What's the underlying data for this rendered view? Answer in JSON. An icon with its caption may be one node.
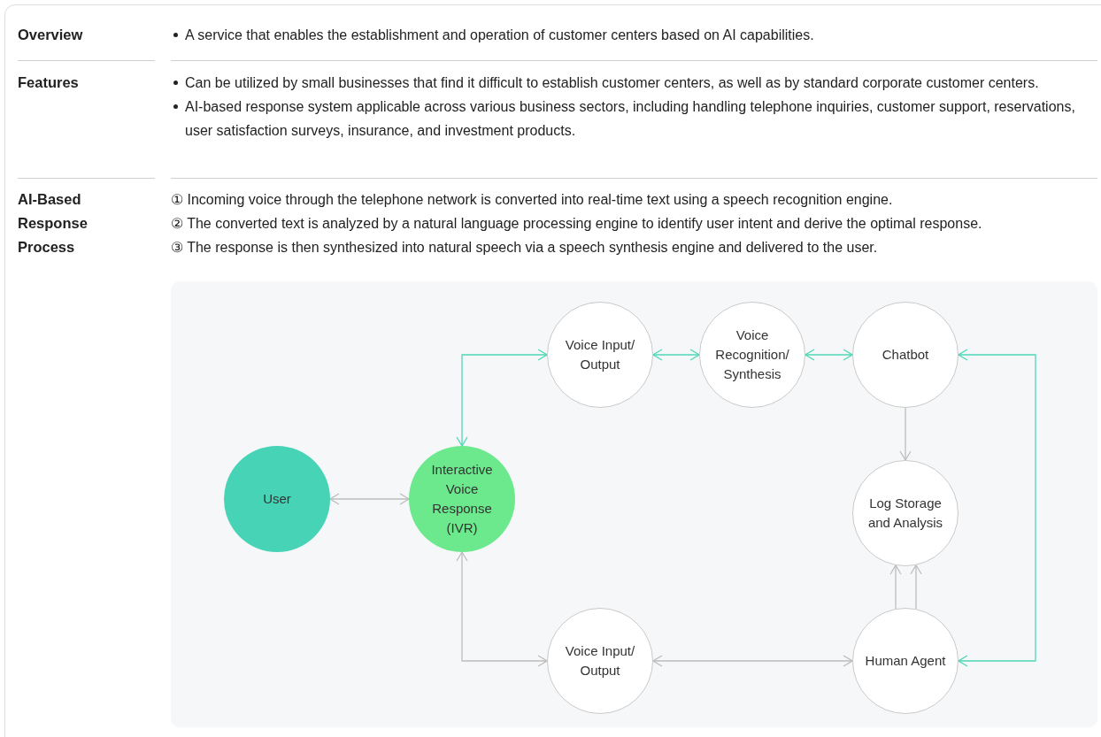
{
  "diagram": {
    "nodes": [
      {
        "text": [
          "User"
        ]
      },
      {
        "text": [
          "Interactive Voice Response (IVR)"
        ]
      },
      {
        "text": [
          "Voice Input/ Output"
        ]
      },
      {
        "text": [
          "Voice Recognition/ Synthesis"
        ]
      },
      {
        "text": [
          "Chatbot"
        ]
      },
      {
        "text": [
          "Log Storage and Analysis"
        ]
      },
      {
        "text": [
          "Voice Input/ Output"
        ]
      },
      {
        "text": [
          "Human Agent"
        ]
      }
    ],
    "edges": [
      {
        "from": 0,
        "to": 1,
        "arrow": "both"
      },
      {
        "from": 1,
        "to": 2,
        "arrow": "both",
        "color": "#4fd8b6"
      },
      {
        "from": 2,
        "to": 3,
        "arrow": "both",
        "color": "#4fd8b6"
      },
      {
        "from": 3,
        "to": 4,
        "arrow": "both",
        "color": "#4fd8b6"
      },
      {
        "from": 4,
        "to": 5,
        "arrow": "to"
      },
      {
        "from": 7,
        "to": 5,
        "arrow": "to"
      },
      {
        "from": 7,
        "to": 5,
        "arrow": "to"
      },
      {
        "from": 1,
        "to": 6,
        "arrow": "both"
      },
      {
        "from": 6,
        "to": 7,
        "arrow": "both"
      },
      {
        "from": 4,
        "to": 7,
        "arrow": "both",
        "color": "#4fd8b6"
      }
    ],
    "labels": [
      "Overview",
      "A service that enables the establishment and operation of customer centers based on AI capabilities.",
      "Features",
      "Can be utilized by small businesses that find it difficult to establish customer centers, as well as by standard corporate customer centers.",
      "AI-based response system applicable across various business sectors, including handling telephone inquiries, customer support, reservations, user satisfaction surveys, insurance, and investment products.",
      "AI-Based Response Process",
      "① Incoming voice through the telephone network is converted into real-time text using a speech recognition engine.",
      "② The converted text is analyzed by a natural language processing engine to identify user intent and derive the optimal response.",
      "③ The response is then synthesized into natural speech via a speech synthesis engine and delivered to the user."
    ]
  }
}
